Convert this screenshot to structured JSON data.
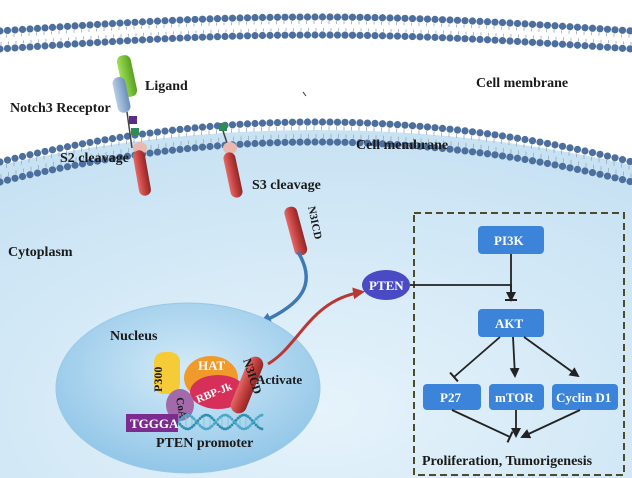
{
  "labels": {
    "ligand": "Ligand",
    "notch3_receptor": "Notch3 Receptor",
    "cell_membrane_top": "Cell membrane",
    "cell_membrane_mid": "Cell membrane",
    "s2_cleavage": "S2 cleavage",
    "s3_cleavage": "S3 cleavage",
    "cytoplasm": "Cytoplasm",
    "n3icd_free": "N3ICD",
    "nucleus": "Nucleus",
    "activate": "Activate",
    "pten_promoter": "PTEN promoter",
    "tggga": "TGGGA"
  },
  "complex": {
    "hat": "HAT",
    "p300": "P300",
    "rbp_jk": "RBP-Jk",
    "n3icd": "N3ICD",
    "coa": "CoA"
  },
  "pathway": {
    "pten": "PTEN",
    "pi3k": "PI3K",
    "akt": "AKT",
    "p27": "P27",
    "mtor": "mTOR",
    "cyclin_d1": "Cyclin D1",
    "outcome": "Proliferation, Tumorigenesis"
  },
  "colors": {
    "membrane_head": "#4d6f9e",
    "cytoplasm_bg": "#d7ebf7",
    "nucleus_fill": "#a9d3ee",
    "pathway_box": "#3b84d9",
    "pten_fill": "#4a4bc4",
    "n3icd_fill": "#c0413f",
    "box_border": "#4e4a2c"
  }
}
